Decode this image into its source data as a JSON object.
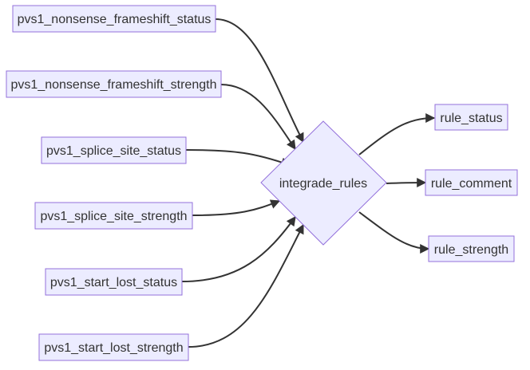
{
  "inputs": [
    {
      "id": "pvs1_nonsense_frameshift_status",
      "label": "pvs1_nonsense_frameshift_status"
    },
    {
      "id": "pvs1_nonsense_frameshift_strength",
      "label": "pvs1_nonsense_frameshift_strength"
    },
    {
      "id": "pvs1_splice_site_status",
      "label": "pvs1_splice_site_status"
    },
    {
      "id": "pvs1_splice_site_strength",
      "label": "pvs1_splice_site_strength"
    },
    {
      "id": "pvs1_start_lost_status",
      "label": "pvs1_start_lost_status"
    },
    {
      "id": "pvs1_start_lost_strength",
      "label": "pvs1_start_lost_strength"
    }
  ],
  "decision": {
    "id": "integrade_rules",
    "label": "integrade_rules"
  },
  "outputs": [
    {
      "id": "rule_status",
      "label": "rule_status"
    },
    {
      "id": "rule_comment",
      "label": "rule_comment"
    },
    {
      "id": "rule_strength",
      "label": "rule_strength"
    }
  ],
  "colors": {
    "node_fill": "#ECECFF",
    "node_stroke": "#9370DB",
    "edge": "#333333",
    "text": "#333333"
  }
}
